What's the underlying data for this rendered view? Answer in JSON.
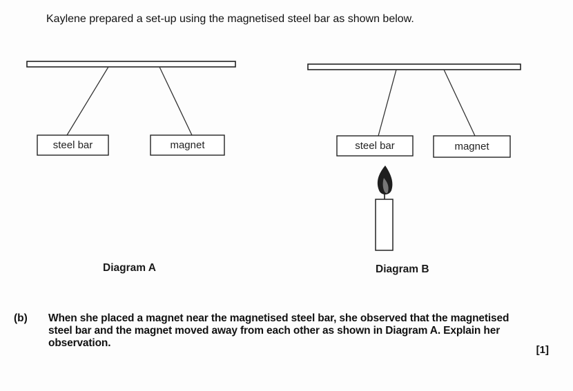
{
  "intro": "Kaylene prepared a set-up using the magnetised steel bar as shown below.",
  "diagram_a": {
    "steel_label": "steel bar",
    "magnet_label": "magnet",
    "caption": "Diagram A"
  },
  "diagram_b": {
    "steel_label": "steel bar",
    "magnet_label": "magnet",
    "caption": "Diagram B"
  },
  "question": {
    "label": "(b)",
    "text": "When she placed a magnet near the magnetised steel bar, she observed that the magnetised steel bar and the magnet moved away from each other as shown in Diagram A. Explain her observation.",
    "marks": "[1]"
  }
}
